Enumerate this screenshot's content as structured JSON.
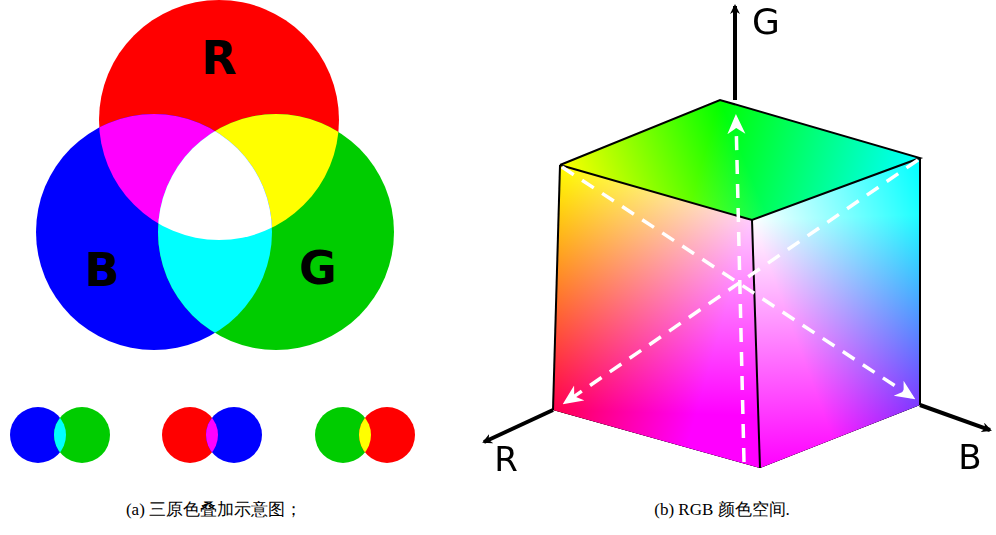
{
  "diagram": {
    "nodes": [
      {
        "text": [
          "R"
        ]
      },
      {
        "text": [
          "B"
        ]
      },
      {
        "text": [
          "G"
        ]
      }
    ],
    "labels": [
      "G",
      "R",
      "B",
      "(a) 三原色叠加示意图；",
      "(b) RGB 颜色空间."
    ]
  }
}
